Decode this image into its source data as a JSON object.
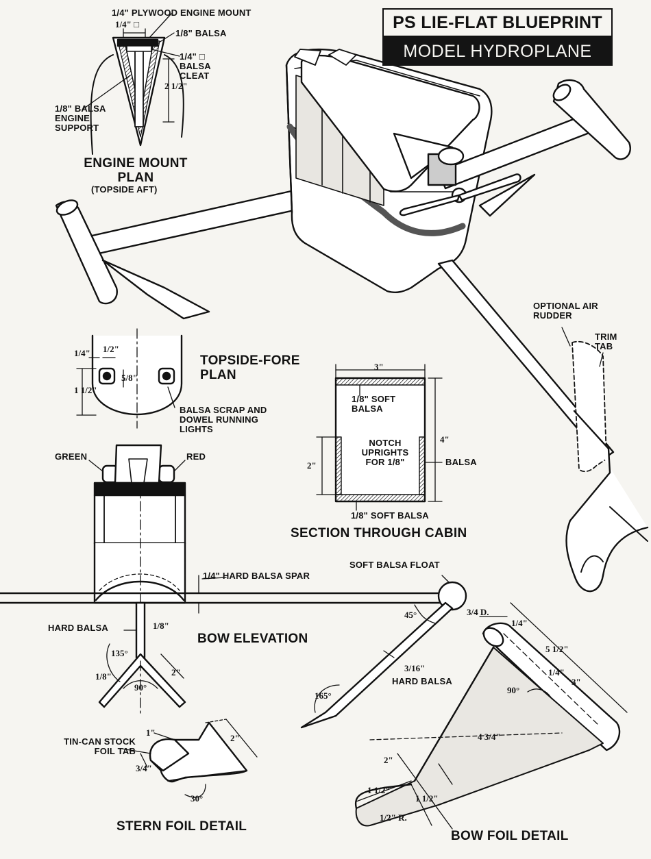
{
  "header": {
    "title": "PS LIE-FLAT BLUEPRINT",
    "subtitle": "MODEL HYDROPLANE"
  },
  "engine_mount": {
    "label_plywood": "1/4\" PLYWOOD ENGINE MOUNT",
    "label_balsa_top": "1/8\" BALSA",
    "label_cleat": "1/4\" □ BALSA CLEAT",
    "label_support": "1/8\" BALSA ENGINE SUPPORT",
    "dim_width": "1/4\" □",
    "dim_height": "2 1/2\"",
    "title": "ENGINE MOUNT PLAN",
    "subtitle": "(TOPSIDE AFT)"
  },
  "topside_fore": {
    "title": "TOPSIDE-FORE PLAN",
    "dim_a": "1/4\"",
    "dim_b": "1/2\"",
    "dim_c": "5/8\"",
    "dim_d": "1 1/2\"",
    "label_lights": "BALSA SCRAP AND DOWEL RUNNING LIGHTS"
  },
  "cabin_section": {
    "title": "SECTION THROUGH CABIN",
    "dim_width": "3\"",
    "dim_height": "4\"",
    "dim_notch": "2\"",
    "label_top": "1/8\" SOFT BALSA",
    "label_notch": "NOTCH UPRIGHTS FOR 1/8\"",
    "label_balsa": "BALSA",
    "label_bottom": "1/8\" SOFT BALSA"
  },
  "bow_elevation": {
    "title": "BOW ELEVATION",
    "label_green": "GREEN",
    "label_red": "RED",
    "label_spar": "1/4\" HARD BALSA SPAR",
    "label_float": "SOFT BALSA FLOAT",
    "label_hard_balsa": "HARD BALSA",
    "dim_stem": "1/8\"",
    "dim_leg": "1/8\"",
    "dim_135": "135°",
    "dim_90": "90°",
    "dim_2": "2\"",
    "dim_45": "45°",
    "dim_3_16": "3/16\"",
    "label_hard_balsa_2": "HARD BALSA",
    "dim_165": "165°"
  },
  "air_rudder": {
    "label_rudder": "OPTIONAL AIR RUDDER",
    "label_trim": "TRIM TAB"
  },
  "stern_foil": {
    "title": "STERN FOIL DETAIL",
    "label_tab": "TIN-CAN STOCK FOIL TAB",
    "dim_1": "1\"",
    "dim_3_4": "3/4\"",
    "dim_2": "2\"",
    "dim_30": "30°"
  },
  "bow_foil": {
    "title": "BOW FOIL DETAIL",
    "dim_3_4d": "3/4 D.",
    "dim_1_4": "1/4\"",
    "dim_5_1_2": "5 1/2\"",
    "dim_1_4b": "1/4\"",
    "dim_3": "3\"",
    "dim_90": "90°",
    "dim_4_3_4": "4 3/4\"",
    "dim_2": "2\"",
    "dim_1_1_2a": "1 1/2\"",
    "dim_1_1_2b": "1 1/2\"",
    "dim_r": "1/2\" R."
  },
  "colors": {
    "ink": "#111111",
    "paper": "#f6f5f1",
    "banner": "#141414",
    "shade": "#d6d4cf"
  }
}
